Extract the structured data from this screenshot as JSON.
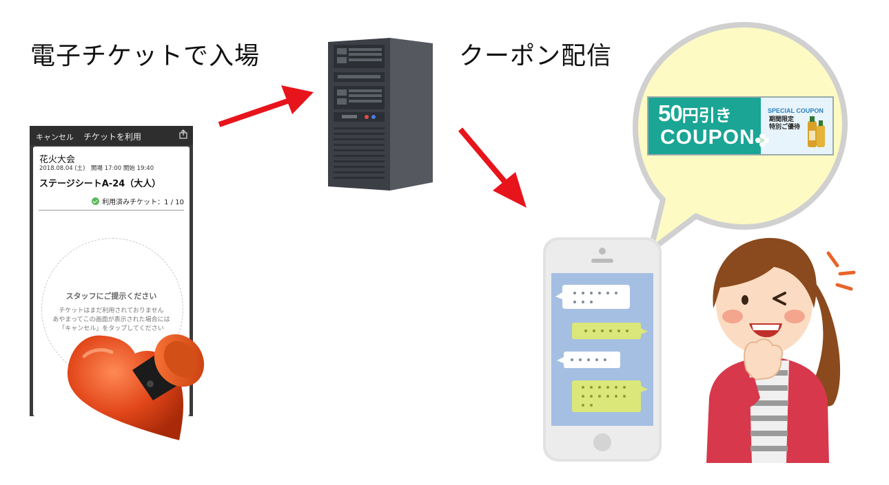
{
  "headings": {
    "entry": "電子チケットで入場",
    "coupon": "クーポン配信"
  },
  "ticket_app": {
    "cancel": "キャンセル",
    "title": "チケットを利用",
    "event_name": "花火大会",
    "event_date": "2018.08.04 (土)　開場 17:00  開始 19:40",
    "seat": "ステージシートA-24（大人）",
    "used_tickets": "利用済みチケット：1 / 10",
    "staff_prompt": "スタッフにご提示ください",
    "notice": [
      "チケットはまだ利用されておりません",
      "あやまってこの画面が表示された場合には",
      "「キャンセル」をタップしてください"
    ]
  },
  "coupon": {
    "amount": "50",
    "amount_suffix": "円引き",
    "word": "COUPON",
    "special": "SPECIAL COUPON",
    "limited": [
      "期間限定",
      "特別ご優待"
    ]
  },
  "colors": {
    "arrow": "#e8141c",
    "bubble_fill": "#fdfac4",
    "coupon_teal": "#1aa595",
    "chat_screen": "#a5bfe3",
    "chat_green": "#dbe778",
    "stamp": "#e2471a"
  },
  "icons": [
    "server-icon",
    "smartphone-icon",
    "woman-icon",
    "heart-stamp-icon",
    "share-icon",
    "check-icon"
  ]
}
